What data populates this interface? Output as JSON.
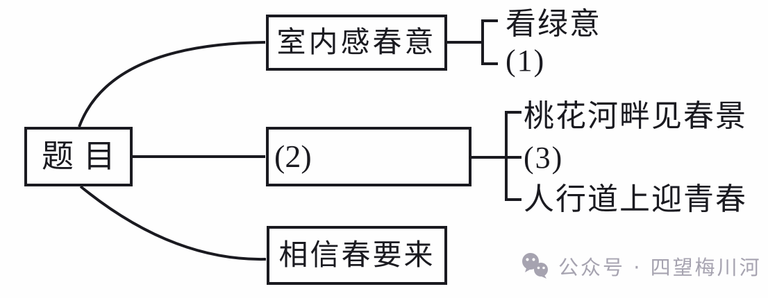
{
  "diagram": {
    "root": {
      "label": "题目"
    },
    "branches": [
      {
        "box_label": "室内感春意",
        "leaves": [
          {
            "label": "看绿意"
          },
          {
            "label": "(1)"
          }
        ]
      },
      {
        "box_label": "(2)",
        "leaves": [
          {
            "label": "桃花河畔见春景"
          },
          {
            "label": "(3)"
          },
          {
            "label": "人行道上迎青春"
          }
        ]
      },
      {
        "box_label": "相信春要来",
        "leaves": []
      }
    ]
  },
  "watermark": {
    "icon": "wechat-icon",
    "text": "公众号 · 四望梅川河"
  },
  "colors": {
    "line": "#1a1a20",
    "background": "#fefefe",
    "watermark": "#a6a3b0"
  }
}
